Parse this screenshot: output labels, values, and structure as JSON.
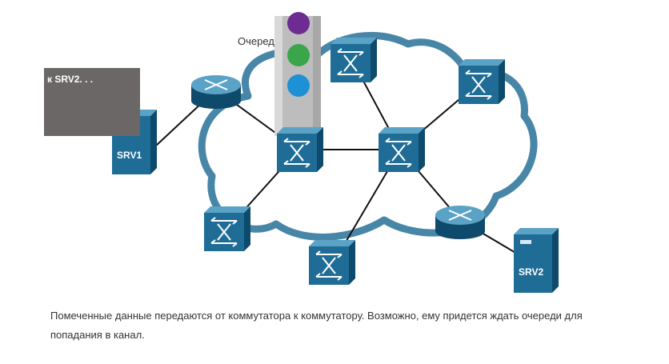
{
  "message_box": {
    "text": "к SRV2. . ."
  },
  "queue": {
    "label": "Очеред"
  },
  "servers": [
    {
      "id": "srv1",
      "label": "SRV1"
    },
    {
      "id": "srv2",
      "label": "SRV2"
    }
  ],
  "caption": "Помеченные данные передаются от коммутатора к коммутатору. Возможно, ему придется ждать очереди для попадания в канал.",
  "colors": {
    "cloud": "#3e7fa3",
    "device_front": "#1f6d96",
    "device_top": "#5aa2c6",
    "device_side": "#0e4a6b",
    "queue_purple": "#6c2c91",
    "queue_green": "#3aa54a",
    "queue_blue": "#1e90d6",
    "message_bg": "#6b6767"
  },
  "icons": [
    "switch-icon",
    "router-icon",
    "server-icon"
  ]
}
